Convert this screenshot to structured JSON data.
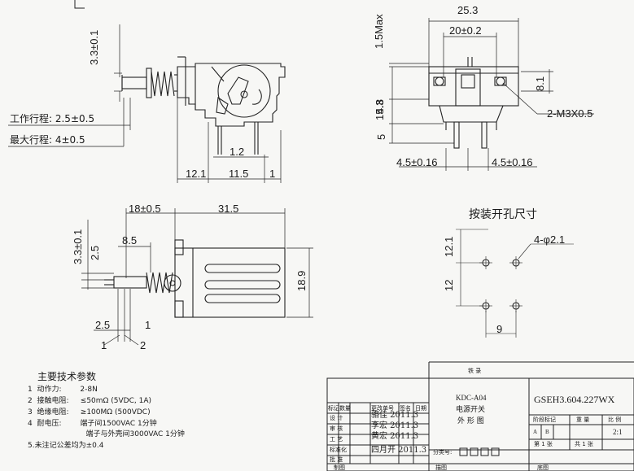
{
  "dims": {
    "d_3_3": "3.3±0.1",
    "stroke_work": "工作行程: 2.5±0.5",
    "stroke_max": "最大行程: 4±0.5",
    "d_1_2": "1.2",
    "d_12_1": "12.1",
    "d_11_5": "11.5",
    "d_1": "1",
    "d_25_3": "25.3",
    "d_20": "20±0.2",
    "d_1_5max": "1.5Max",
    "d_15_3": "15.3",
    "d_4_8": "4.8",
    "d_5": "5",
    "d_8_1": "8.1",
    "d_m3": "2-M3X0.5",
    "d_4_5_left": "4.5±0.16",
    "d_4_5_right": "4.5±0.16",
    "d_18": "18±0.5",
    "d_31_5": "31.5",
    "d_8_5": "8.5",
    "d_3_3b": "3.3±0.1",
    "d_2_5v": "2.5",
    "d_18_9": "18.9",
    "d_2_5h": "2.5",
    "d_1b": "1",
    "pin_1": "1",
    "pin_2": "2",
    "hole_title": "按装开孔尺寸",
    "hole_dia": "4-φ2.1",
    "d_12_1b": "12.1",
    "d_12": "12",
    "d_9": "9"
  },
  "specs": {
    "title": "主要技术参数",
    "lines": [
      "1  动作力:        2-8N",
      "2  接触电阻:     ≤50mΩ (5VDC, 1A)",
      "3  绝缘电阻:     ≥100MΩ (500VDC)",
      "4  耐电压:        端子间1500VAC 1分钟",
      "                         端子与外壳间3000VAC 1分钟",
      "5.未注记公差均为±0.4"
    ]
  },
  "title_block": {
    "ledger": "铁  录",
    "model": "KDC-A04",
    "name_line1": "电源开关",
    "name_line2": "外 形 图",
    "drawing_no": "GSEH3.604.227WX",
    "row_headers": [
      "标记",
      "数量",
      "更改单号",
      "签名",
      "日期"
    ],
    "roles": [
      "设  计",
      "审  核",
      "工  艺",
      "标准化",
      "批  准"
    ],
    "signatures": [
      "骆佳 2011.3",
      "李宏 2011.3",
      "黄宏 2011.3",
      "四月开 2011.3"
    ],
    "stage_header": "阶段标记",
    "weight_header": "重  量",
    "scale_header": "比  例",
    "stages": [
      "A",
      "B"
    ],
    "scale": "2:1",
    "sheet_label": "第 1 张",
    "total_label": "共 1 张",
    "part_no_label": "分类号:",
    "copy_label": "制图",
    "draw_label": "描图",
    "check_label": "底图"
  }
}
